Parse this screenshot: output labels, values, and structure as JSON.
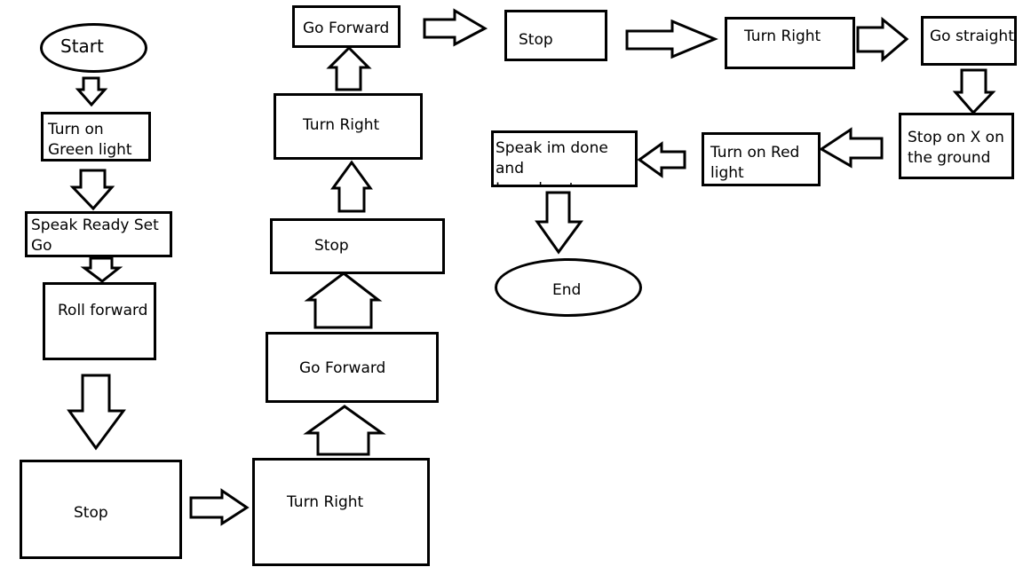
{
  "diagram": {
    "nodes": {
      "start": "Start",
      "turn_on_green": "Turn on\nGreen light",
      "speak_ready": "Speak Ready Set\nGo",
      "roll_forward": "Roll forward",
      "stop_1": "Stop",
      "turn_right_1": "Turn Right",
      "go_forward_1": "Go Forward",
      "stop_2": "Stop",
      "turn_right_2": "Turn Right",
      "go_forward_2": "Go Forward",
      "stop_3": "Stop",
      "turn_right_3": "Turn Right",
      "go_straight": "Go straight",
      "stop_on_x": "Stop on X on\nthe ground",
      "turn_on_red": "Turn on Red\nlight",
      "speak_done": "Speak im done and\nI need water",
      "end": "End"
    },
    "flow": [
      "start",
      "turn_on_green",
      "speak_ready",
      "roll_forward",
      "stop_1",
      "turn_right_1",
      "go_forward_1",
      "stop_2",
      "turn_right_2",
      "go_forward_2",
      "stop_3",
      "turn_right_3",
      "go_straight",
      "stop_on_x",
      "turn_on_red",
      "speak_done",
      "end"
    ]
  }
}
